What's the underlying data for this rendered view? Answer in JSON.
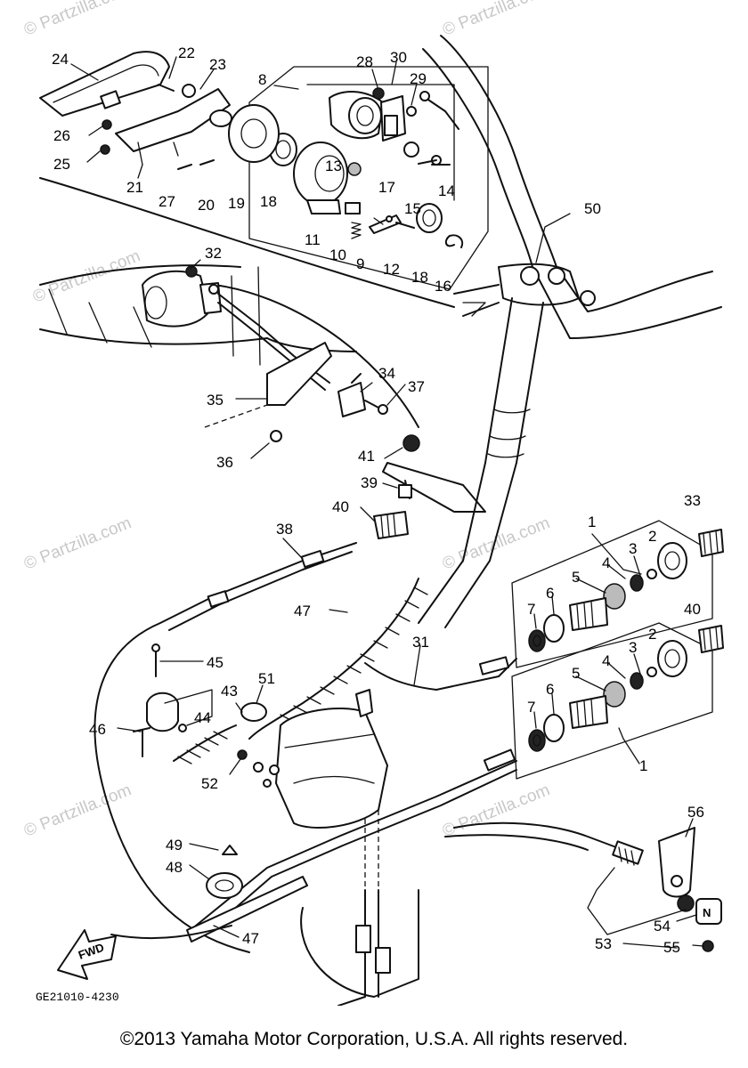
{
  "watermark": "© Partzilla.com",
  "drawing_code": "GE21010-4230",
  "direction_label": "FWD",
  "neutral_label": "N",
  "copyright": "©2013  Yamaha Motor Corporation, U.S.A. All rights reserved.",
  "callouts": {
    "c24": "24",
    "c22": "22",
    "c23": "23",
    "c8": "8",
    "c28": "28",
    "c30": "30",
    "c29": "29",
    "c26": "26",
    "c25": "25",
    "c21": "21",
    "c27": "27",
    "c20": "20",
    "c19": "19",
    "c18a": "18",
    "c13": "13",
    "c17": "17",
    "c15": "15",
    "c14": "14",
    "c11": "11",
    "c10": "10",
    "c9": "9",
    "c12": "12",
    "c18b": "18",
    "c16": "16",
    "c50": "50",
    "c32": "32",
    "c34": "34",
    "c37": "37",
    "c35": "35",
    "c36": "36",
    "c41": "41",
    "c39": "39",
    "c40a": "40",
    "c38": "38",
    "c33": "33",
    "c1a": "1",
    "c2a": "2",
    "c3a": "3",
    "c4a": "4",
    "c5a": "5",
    "c6a": "6",
    "c7a": "7",
    "c47a": "47",
    "c31": "31",
    "c40b": "40",
    "c2b": "2",
    "c3b": "3",
    "c4b": "4",
    "c5b": "5",
    "c6b": "6",
    "c7b": "7",
    "c1b": "1",
    "c45": "45",
    "c43": "43",
    "c44": "44",
    "c46": "46",
    "c51": "51",
    "c52": "52",
    "c56": "56",
    "c49": "49",
    "c48": "48",
    "c47b": "47",
    "c54": "54",
    "c53": "53",
    "c55": "55"
  }
}
